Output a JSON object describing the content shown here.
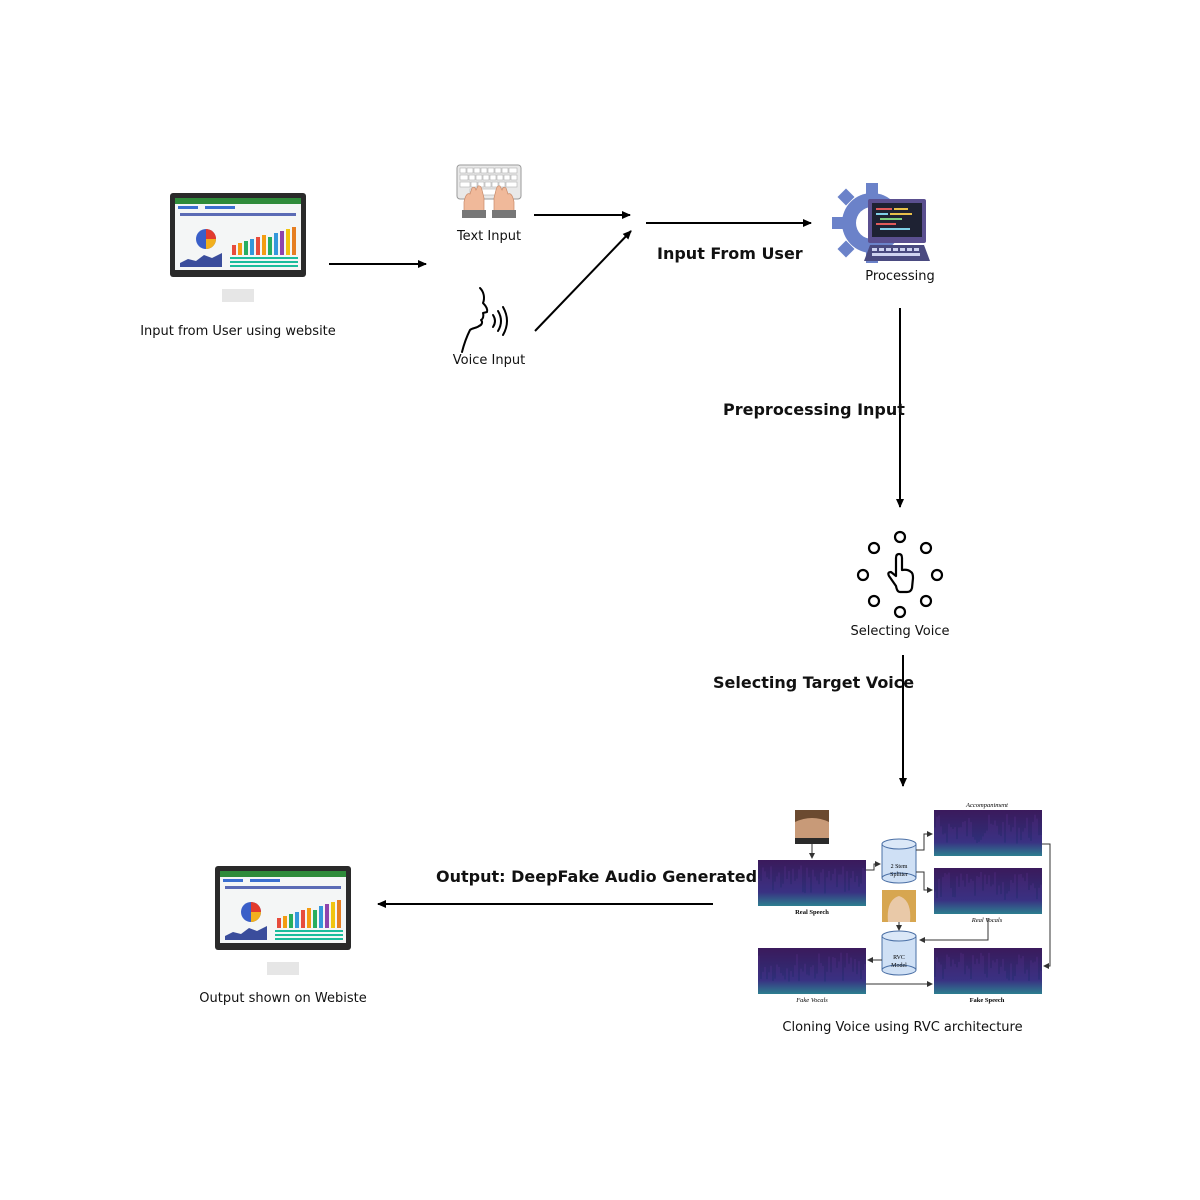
{
  "labels": {
    "website_input": "Input from User using website",
    "text_input": "Text Input",
    "voice_input": "Voice Input",
    "input_from_user": "Input From User",
    "processing": "Processing",
    "preprocessing_input": "Preprocessing Input",
    "selecting_voice": "Selecting Voice",
    "selecting_target_voice": "Selecting Target Voice",
    "output_generated": "Output: DeepFake Audio Generated",
    "output_shown": "Output  shown on Webiste",
    "rvc_cloning": "Cloning Voice using RVC architecture"
  },
  "rvc_diagram": {
    "accompaniment": "Accompaniment",
    "real_speech": "Real Speech",
    "stem_splitter": [
      "2 Stem",
      "Splitter"
    ],
    "real_vocals": "Real Vocals",
    "rvc_model": [
      "RVC",
      "Model"
    ],
    "fake_vocals": "Fake Vocals",
    "fake_speech": "Fake Speech"
  },
  "colors": {
    "arrow": "#000000",
    "monitor_frame": "#2a2a2a",
    "spectrogram": "#3b1a5c",
    "cylinder": "#cfe0f5",
    "gear": "#6b82c9"
  },
  "icons": {
    "monitor": "monitor-dashboard-icon",
    "keyboard": "keyboard-icon",
    "voice": "speaking-head-icon",
    "processing": "gear-computer-icon",
    "selecting": "tap-selection-icon"
  }
}
